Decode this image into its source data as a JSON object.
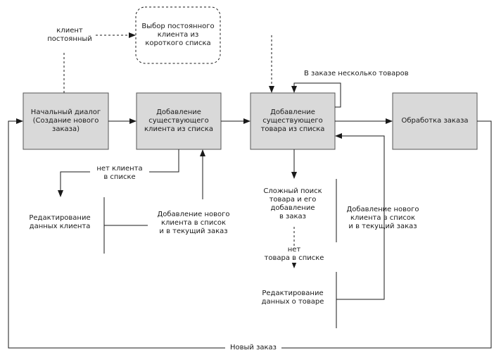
{
  "colors": {
    "box_fill": "#d9d9d9",
    "box_stroke": "#555555",
    "line": "#1a1a1a"
  },
  "boxes": {
    "initial_dialog": "Начальный диалог\n(Создание нового\nзаказа)",
    "add_client": "Добавление\nсуществующего\nклиента из списка",
    "add_product": "Добавление\nсуществующего\nтовара из списка",
    "process_order": "Обработка заказа"
  },
  "callout": "Выбор постоянного\nклиента из\nкороткого списка",
  "labels": {
    "regular_client": "клиент\nпостоянный",
    "multiple_items": "В заказе несколько товаров",
    "no_client": "нет клиента\nв списке",
    "edit_client": "Редактирование\nданных клиента",
    "add_new_client": "Добавление нового\nклиента в список\nи в текущий заказ",
    "complex_search": "Сложный поиск\nтовара и его\nдобавление\nв заказ",
    "add_new_product": "Добавление нового\nклиента в список\nи в текущий заказ",
    "no_product": "нет\nтовара в списке",
    "edit_product": "Редактирование\nданных о товаре",
    "new_order": "Новый заказ"
  }
}
